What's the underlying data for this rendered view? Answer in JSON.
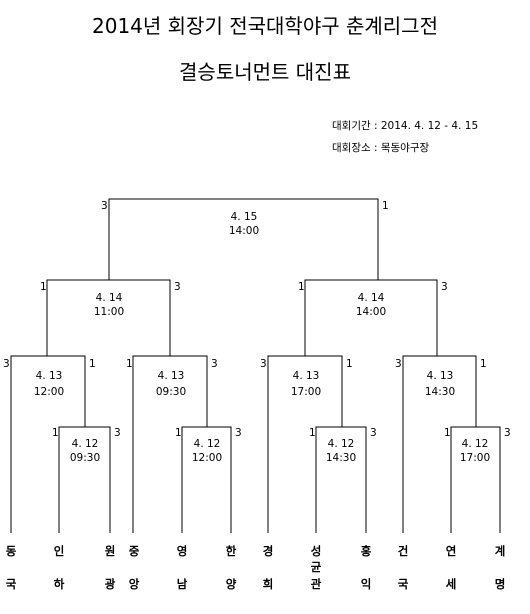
{
  "header": {
    "title": "2014년 회장기 전국대학야구 춘계리그전",
    "subtitle": "결승토너먼트 대진표",
    "period": "대회기간 : 2014. 4. 12 - 4. 15",
    "venue": "대회장소 : 목동야구장"
  },
  "matches": {
    "final": {
      "date": "4. 15",
      "time": "14:00",
      "left_score": "3",
      "right_score": "1"
    },
    "semi_left": {
      "date": "4. 14",
      "time": "11:00",
      "left_score": "1",
      "right_score": "3"
    },
    "semi_right": {
      "date": "4. 14",
      "time": "14:00",
      "left_score": "1",
      "right_score": "3"
    },
    "qf1": {
      "date": "4. 13",
      "time": "12:00",
      "left_score": "3",
      "right_score": "1"
    },
    "qf2": {
      "date": "4. 13",
      "time": "09:30",
      "left_score": "1",
      "right_score": "3"
    },
    "qf3": {
      "date": "4. 13",
      "time": "17:00",
      "left_score": "3",
      "right_score": "1"
    },
    "qf4": {
      "date": "4. 13",
      "time": "14:30",
      "left_score": "3",
      "right_score": "1"
    },
    "r1_1": {
      "date": "4. 12",
      "time": "09:30",
      "left_score": "1",
      "right_score": "3"
    },
    "r1_2": {
      "date": "4. 12",
      "time": "12:00",
      "left_score": "1",
      "right_score": "3"
    },
    "r1_3": {
      "date": "4. 12",
      "time": "14:30",
      "left_score": "1",
      "right_score": "3"
    },
    "r1_4": {
      "date": "4. 12",
      "time": "17:00",
      "left_score": "1",
      "right_score": "3"
    }
  },
  "teams": [
    {
      "top": "동",
      "bottom": "국"
    },
    {
      "top": "인",
      "bottom": "하"
    },
    {
      "top": "원",
      "bottom": "광"
    },
    {
      "top": "중",
      "bottom": "앙"
    },
    {
      "top": "영",
      "bottom": "남"
    },
    {
      "top": "한",
      "bottom": "양"
    },
    {
      "top": "경",
      "bottom": "희"
    },
    {
      "top": "성",
      "middle": "균",
      "bottom": "관"
    },
    {
      "top": "홍",
      "bottom": "익"
    },
    {
      "top": "건",
      "bottom": "국"
    },
    {
      "top": "연",
      "bottom": "세"
    },
    {
      "top": "계",
      "bottom": "명"
    }
  ]
}
